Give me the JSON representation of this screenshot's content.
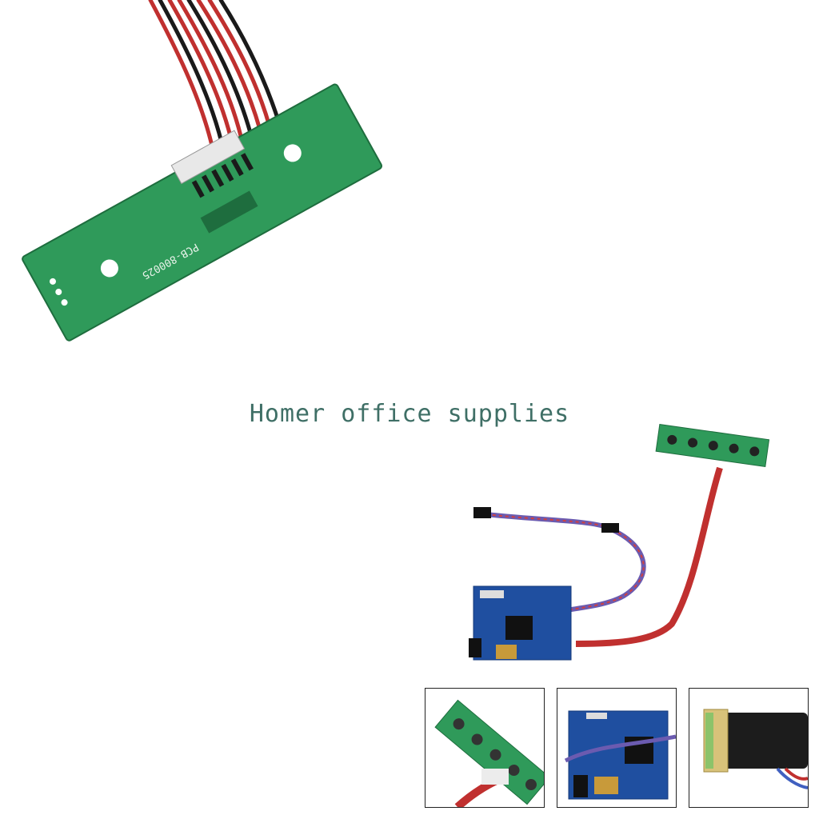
{
  "watermark": {
    "text": "Homer office supplies"
  },
  "main_photo": {
    "subject": "pcb-keypad-board-back",
    "board_label": "PCB-800025"
  },
  "thumbnails": [
    {
      "subject": "keypad-board-front"
    },
    {
      "subject": "driver-board-hdmi"
    },
    {
      "subject": "ribbon-connector"
    }
  ],
  "colors": {
    "pcb_green": "#2f9a5a",
    "pcb_blue": "#1f4fa0",
    "wire_red": "#c0302f",
    "watermark": "#3f6f66"
  }
}
